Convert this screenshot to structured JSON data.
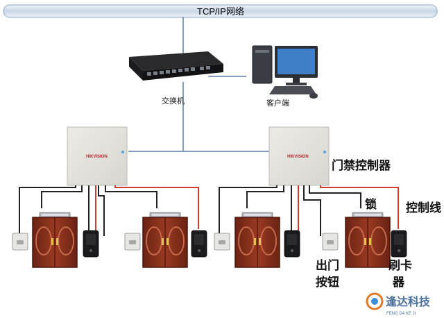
{
  "network": {
    "label": "TCP/IP网络"
  },
  "switch": {
    "label": "交换机"
  },
  "client": {
    "label": "客户端"
  },
  "controller": {
    "label": "门禁控制器",
    "brand": "HIKVISION"
  },
  "callouts": {
    "lock": "锁",
    "control_line": "控制线",
    "exit_button_line1": "出门",
    "exit_button_line2": "按钮",
    "card_reader_line1": "刷卡",
    "card_reader_line2": "器"
  },
  "logo": {
    "name": "逢达科技",
    "pinyin": "FENG DA KE JI"
  },
  "colors": {
    "bus": "#c9d6e6",
    "control_wire": "#d63a2f",
    "signal_wire": "#222222",
    "door": "#7b2a1d"
  }
}
